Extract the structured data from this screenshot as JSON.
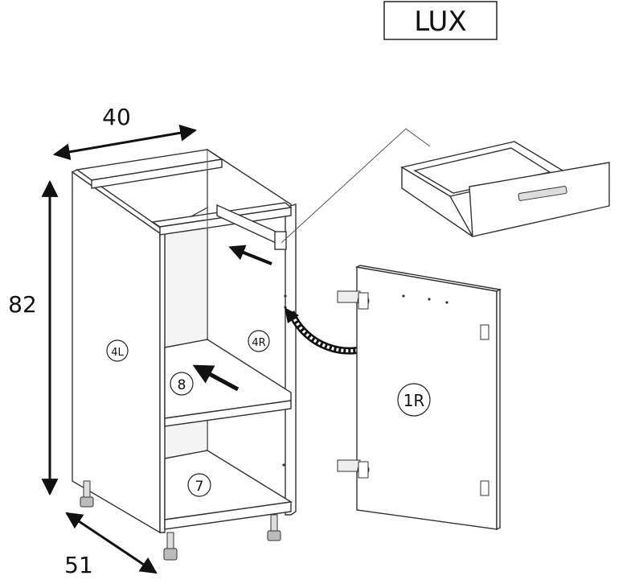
{
  "title": "LUX",
  "dimensions": {
    "width": "40",
    "height": "82",
    "depth": "51"
  },
  "parts": {
    "left_side": "4L",
    "right_side": "4R",
    "shelf": "8",
    "bottom": "7",
    "door": "1R"
  },
  "colors": {
    "line": "#333333",
    "arrow": "#111111",
    "background": "#ffffff"
  },
  "icons": [
    "arrow-icon",
    "hinge-icon",
    "drawer-handle-icon",
    "leg-icon"
  ]
}
